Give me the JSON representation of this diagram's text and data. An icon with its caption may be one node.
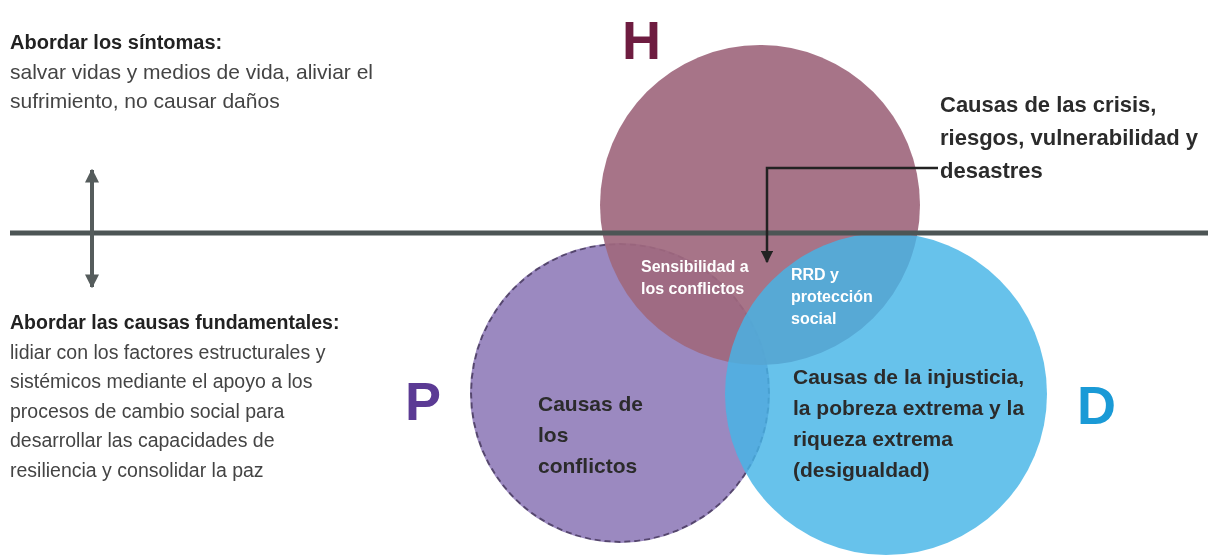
{
  "diagram": {
    "nodes": [
      {
        "text": [
          "H"
        ]
      },
      {
        "text": [
          "P",
          "Causas de los conflictos"
        ]
      },
      {
        "text": [
          "Causas de la injusticia, la pobreza extrema y la riqueza extrema (desigualdad)",
          "D"
        ]
      },
      {
        "text": [
          "Causas de las crisis, riesgos, vulnerabilidad y desastres"
        ]
      }
    ],
    "edges": [
      {
        "from": 3,
        "to": 0,
        "arrow": "to"
      }
    ],
    "labels": [
      "Abordar los síntomas:",
      "salvar vidas y medios de vida, aliviar el sufrimiento, no causar daños",
      "**Abordar las causas fundamentales:** lidiar con los factores estructurales y sistémicos mediante el apoyo a los procesos de cambio social para desarrollar las capacidades de resiliencia y consolidar la paz",
      "Sensibilidad a los conflictos",
      "RRD y protección social"
    ]
  }
}
